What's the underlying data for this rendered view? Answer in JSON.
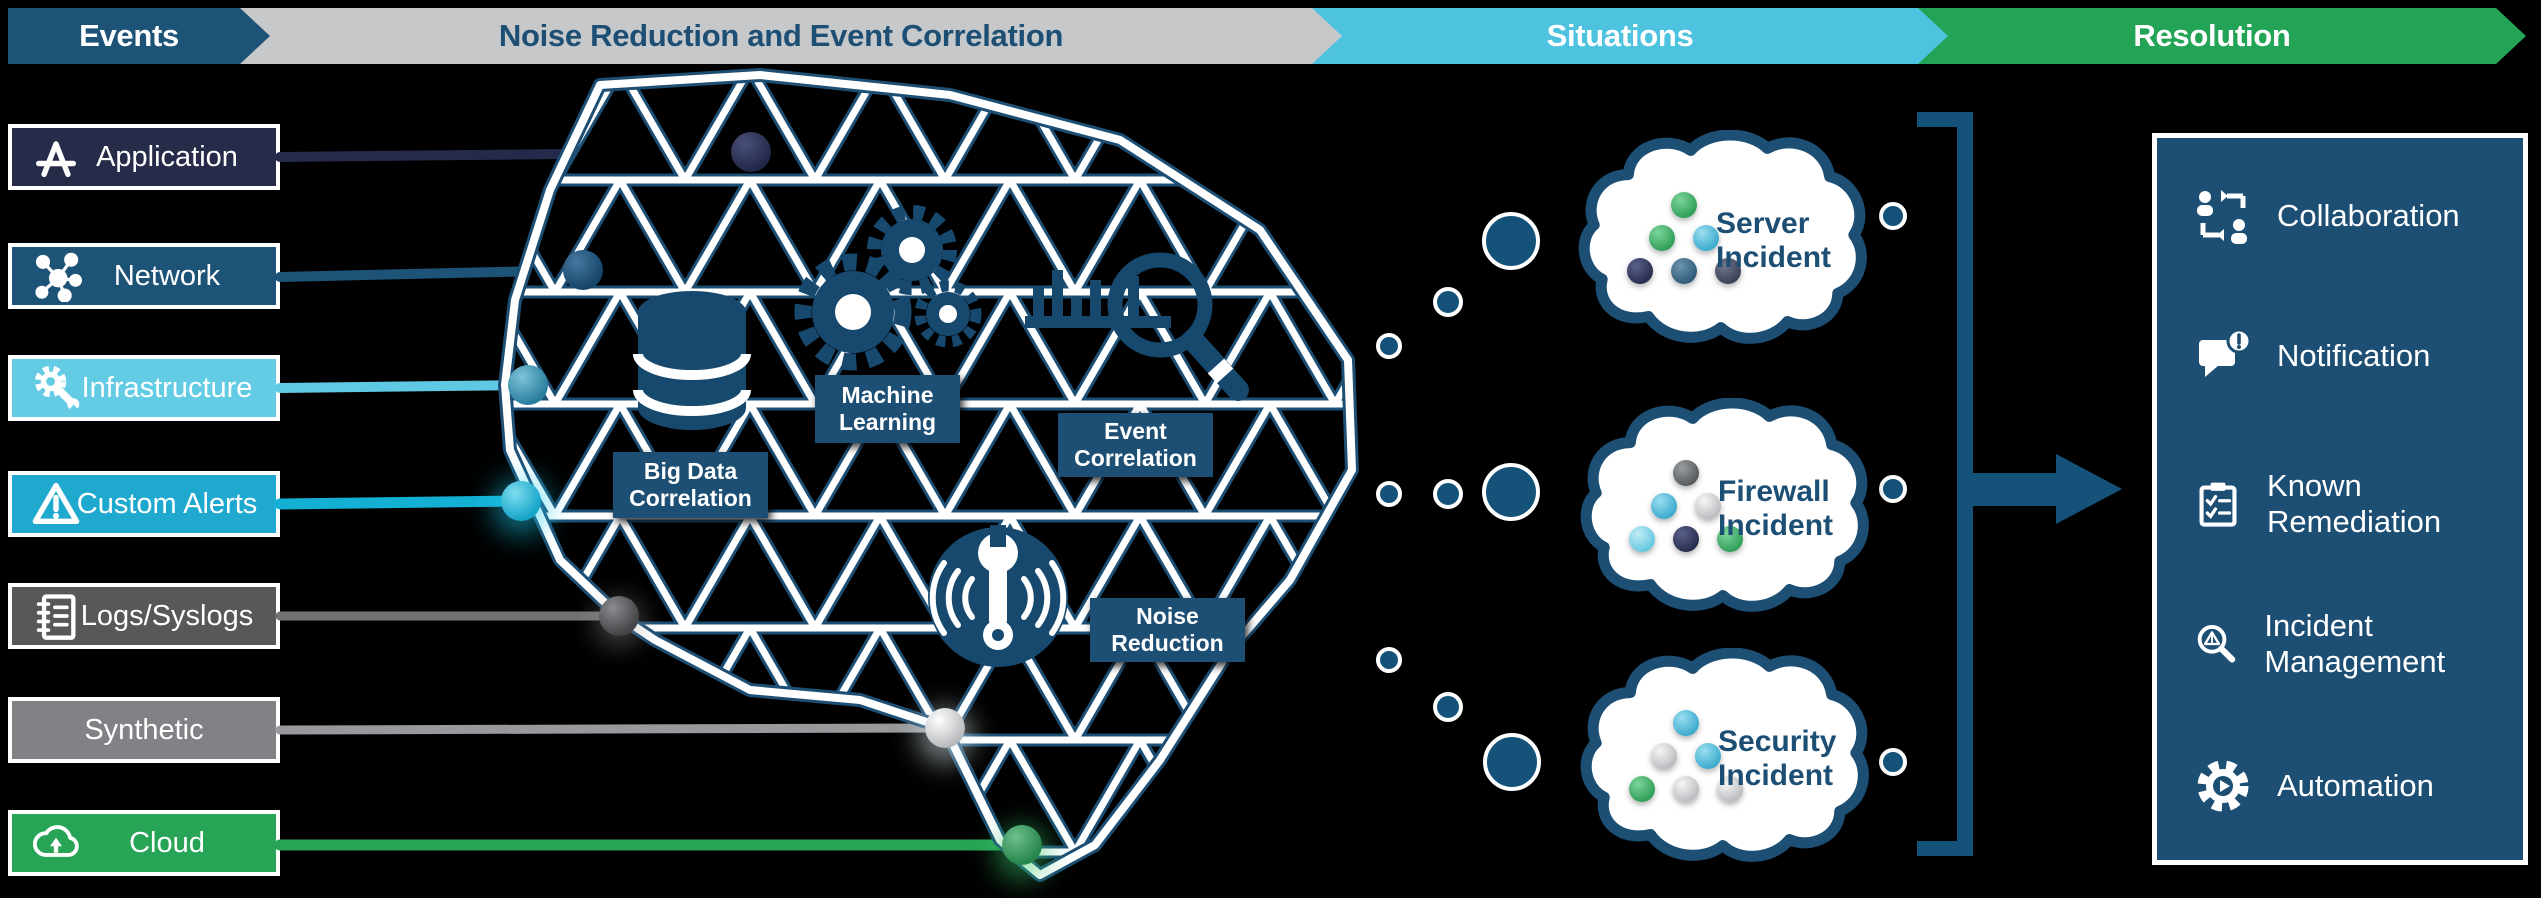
{
  "header": {
    "stages": [
      {
        "label": "Events",
        "color": "#1d5377",
        "text_color": "#ffffff"
      },
      {
        "label": "Noise Reduction and Event Correlation",
        "color": "#c6c8ca",
        "text_color": "#1d4e74"
      },
      {
        "label": "Situations",
        "color": "#4ec3e0",
        "text_color": "#ffffff"
      },
      {
        "label": "Resolution",
        "color": "#22a355",
        "text_color": "#ffffff"
      }
    ]
  },
  "event_sources": [
    {
      "label": "Application",
      "icon": "app-store-icon",
      "color": "#262b49"
    },
    {
      "label": "Network",
      "icon": "network-nodes-icon",
      "color": "#1d5377"
    },
    {
      "label": "Infrastructure",
      "icon": "gear-wrench-icon",
      "color": "#63cbe4"
    },
    {
      "label": "Custom Alerts",
      "icon": "warning-triangle-icon",
      "color": "#20a9cf"
    },
    {
      "label": "Logs/Syslogs",
      "icon": "log-journal-icon",
      "color": "#57585a"
    },
    {
      "label": "Synthetic",
      "icon": null,
      "color": "#808285"
    },
    {
      "label": "Cloud",
      "icon": "cloud-upload-icon",
      "color": "#27a456"
    }
  ],
  "brain_capabilities": [
    {
      "label": "Big Data Correlation",
      "icon": "database-icon"
    },
    {
      "label": "Machine Learning",
      "icon": "gears-icon"
    },
    {
      "label": "Event Correlation",
      "icon": "chart-magnifier-icon"
    },
    {
      "label": "Noise Reduction",
      "icon": "wrench-signal-icon"
    }
  ],
  "situations": [
    {
      "title": "Server Incident"
    },
    {
      "title": "Firewall Incident"
    },
    {
      "title": "Security Incident"
    }
  ],
  "resolution_items": [
    {
      "label": "Collaboration",
      "icon": "people-swap-icon"
    },
    {
      "label": "Notification",
      "icon": "message-alert-icon"
    },
    {
      "label": "Known Remediation",
      "icon": "checklist-clipboard-icon"
    },
    {
      "label": "Incident Management",
      "icon": "search-alert-icon"
    },
    {
      "label": "Automation",
      "icon": "gear-play-icon"
    }
  ],
  "colors": {
    "accent_blue": "#1d4e74",
    "navy": "#262b49",
    "cyan": "#20a9cf",
    "light_cyan": "#63cbe4",
    "green": "#27a456",
    "dark_gray": "#57585a",
    "mid_gray": "#808285",
    "header_gray": "#c6c8ca",
    "situations_cyan": "#4ec3e0"
  }
}
